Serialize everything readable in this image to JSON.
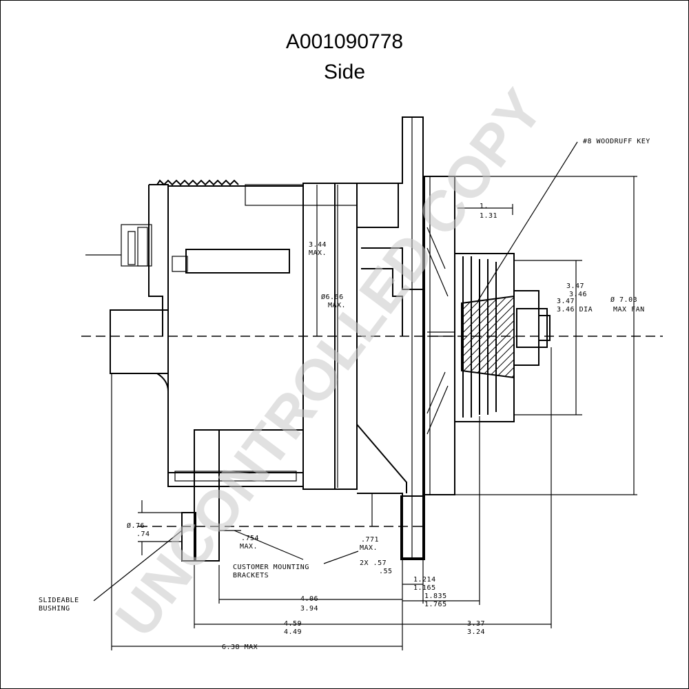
{
  "drawing": {
    "part_number": "A001090778",
    "view": "Side",
    "watermark": "UNCONTROLLED COPY",
    "callouts": {
      "woodruff_key": "#8 WOODRUFF KEY",
      "slideable_bushing_1": "SLIDEABLE",
      "slideable_bushing_2": "BUSHING",
      "brackets_1": "CUSTOMER MOUNTING",
      "brackets_2": "BRACKETS"
    },
    "dimensions": {
      "d344": "3.44",
      "d344_max": "MAX.",
      "d666": "Ø6.66",
      "d666_max": "MAX.",
      "d1_top": "1.",
      "d1_bottom": "1.31",
      "d347": "3.47",
      "d346": "3.46",
      "d347b": "3.47",
      "d346_dia": "3.46 DIA",
      "d703": "Ø 7.03",
      "d703_max": "MAX  FAN",
      "d076": "Ø.76",
      "d074": ".74",
      "d754": ".754",
      "d754_max": "MAX.",
      "d771": ".771",
      "d771_max": "MAX.",
      "d2x": "2X  .57",
      "d055": ".55",
      "d1214": "1.214",
      "d1165": "1.165",
      "d1835": "1.835",
      "d1765": "1.765",
      "d406": "4.06",
      "d394": "3.94",
      "d459": "4.59",
      "d449": "4.49",
      "d337": "3.37",
      "d324": "3.24",
      "d638": "6.38 MAX"
    }
  }
}
